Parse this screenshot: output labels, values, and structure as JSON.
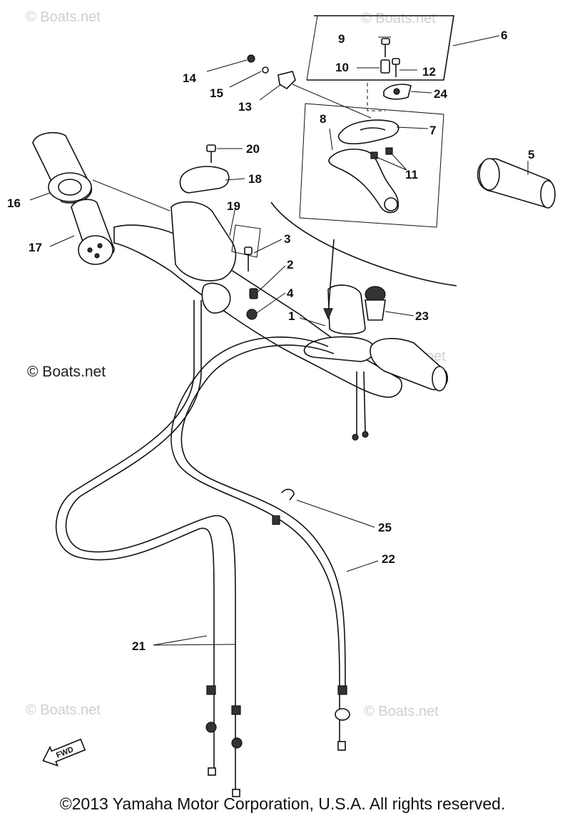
{
  "labels": {
    "l1": "1",
    "l2": "2",
    "l3": "3",
    "l4": "4",
    "l5": "5",
    "l6": "6",
    "l7": "7",
    "l8": "8",
    "l9": "9",
    "l10": "10",
    "l11": "11",
    "l12": "12",
    "l13": "13",
    "l14": "14",
    "l15": "15",
    "l16": "16",
    "l17": "17",
    "l18": "18",
    "l19": "19",
    "l20": "20",
    "l21": "21",
    "l22": "22",
    "l23": "23",
    "l24": "24",
    "l25": "25"
  },
  "watermarks": {
    "text": "© Boats.net",
    "tl": "© Boats.net",
    "tr": "© Boats.net",
    "mid_left": "© Boats.net",
    "mid_right": "© Boats.net",
    "bl": "© Boats.net",
    "br": "© Boats.net"
  },
  "fwd_label": "FWD",
  "copyright": "©2013 Yamaha Motor Corporation, U.S.A. All rights reserved."
}
